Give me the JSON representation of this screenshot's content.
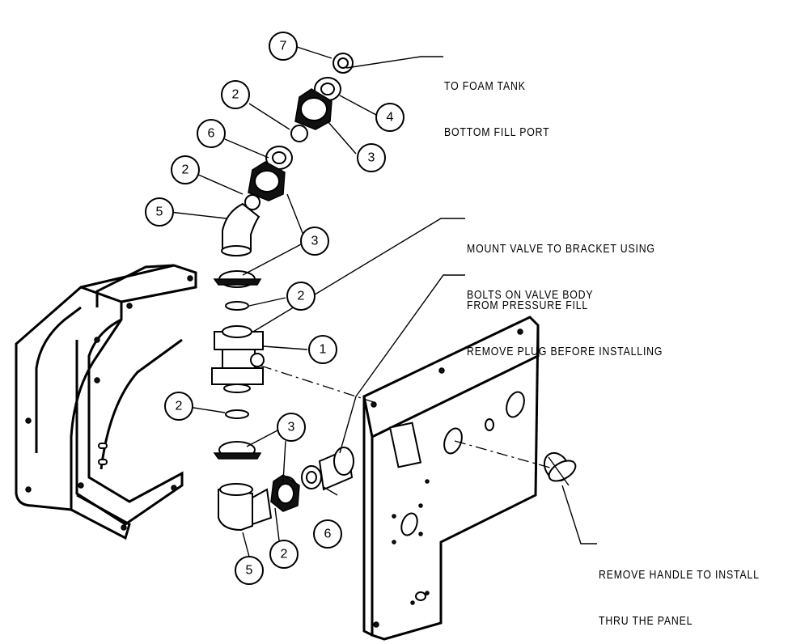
{
  "notes": {
    "foam_tank_line1": "TO FOAM TANK",
    "foam_tank_line2": "BOTTOM FILL PORT",
    "mount_valve_line1": "MOUNT VALVE TO BRACKET USING",
    "mount_valve_line2": "BOLTS ON VALVE BODY",
    "pressure_fill_line1": "FROM PRESSURE FILL",
    "pressure_fill_line2": "REMOVE PLUG BEFORE INSTALLING",
    "remove_handle_line1": "REMOVE HANDLE TO INSTALL",
    "remove_handle_line2": "THRU THE PANEL"
  },
  "callouts": {
    "c7_top": "7",
    "c4_top": "4",
    "c2_top": "2",
    "c3_upper": "3",
    "c6_upper": "6",
    "c2_upper_left": "2",
    "c5_upper": "5",
    "c3_mid": "3",
    "c2_mid": "2",
    "c1_valve": "1",
    "c2_lower_left": "2",
    "c3_lower": "3",
    "c6_lower": "6",
    "c2_bottom": "2",
    "c5_bottom": "5"
  }
}
